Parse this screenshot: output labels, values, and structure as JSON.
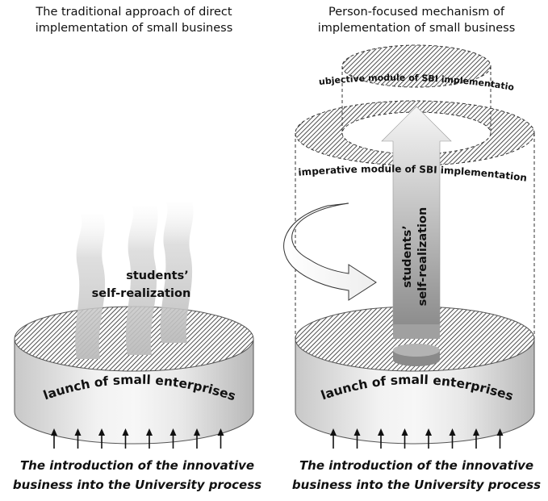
{
  "left_panel": {
    "title_line1": "The traditional approach of direct",
    "title_line2": "implementation of small business",
    "smoke_label_line1": "students’",
    "smoke_label_line2": "self-realization",
    "base_label": "launch of small enterprises",
    "arrow_count": 8,
    "caption_line1": "The introduction of the innovative",
    "caption_line2": "business into the University process"
  },
  "right_panel": {
    "title_line1": "Person-focused mechanism of",
    "title_line2": "implementation of small business",
    "top_module_label": "subjective module of SBI implementation",
    "middle_module_label": "imperative module of SBI implementation",
    "arrow_label_line1": "students’",
    "arrow_label_line2": "self-realization",
    "base_label": "launch of small enterprises",
    "arrow_count": 8,
    "caption_line1": "The introduction of the innovative",
    "caption_line2": "business into the University process"
  }
}
